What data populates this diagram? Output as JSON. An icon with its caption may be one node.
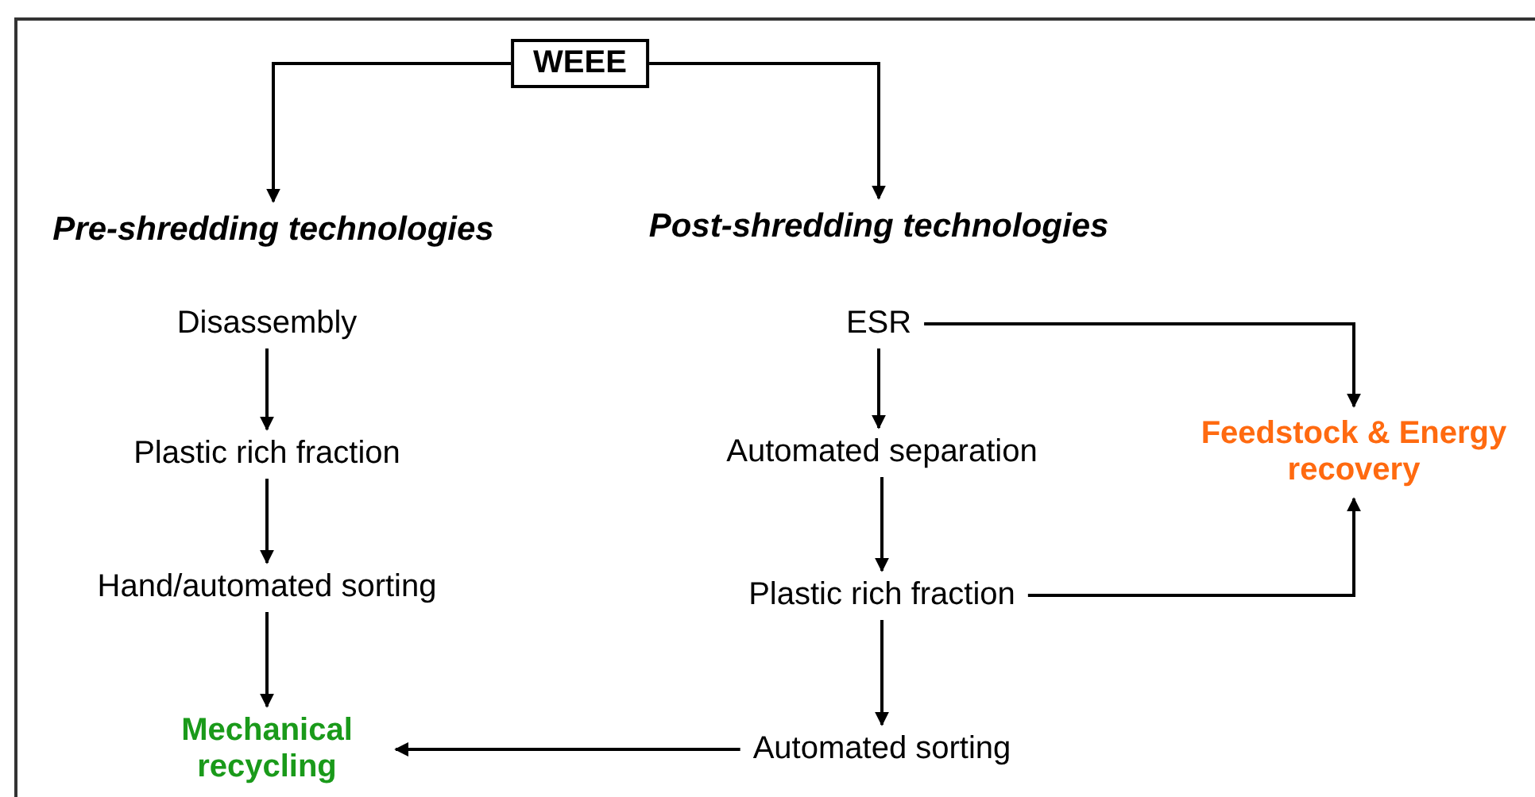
{
  "diagram": {
    "nodes": [
      {
        "text": [
          "WEEE"
        ]
      },
      {
        "text": [
          "Pre-shredding technologies"
        ]
      },
      {
        "text": [
          "Post-shredding technologies"
        ]
      },
      {
        "text": [
          "Disassembly"
        ]
      },
      {
        "text": [
          "Plastic rich fraction"
        ]
      },
      {
        "text": [
          "Hand/automated sorting"
        ]
      },
      {
        "text": [
          "Mechanical recycling"
        ]
      },
      {
        "text": [
          "ESR"
        ]
      },
      {
        "text": [
          "Automated separation"
        ]
      },
      {
        "text": [
          "Plastic rich fraction"
        ]
      },
      {
        "text": [
          "Automated sorting"
        ]
      },
      {
        "text": [
          "Feedstock & Energy recovery"
        ]
      }
    ],
    "edges": [
      {
        "from": 0,
        "to": 1,
        "arrow": "to"
      },
      {
        "from": 0,
        "to": 2,
        "arrow": "to"
      },
      {
        "from": 3,
        "to": 4,
        "arrow": "to"
      },
      {
        "from": 4,
        "to": 5,
        "arrow": "to"
      },
      {
        "from": 5,
        "to": 6,
        "arrow": "to"
      },
      {
        "from": 7,
        "to": 8,
        "arrow": "to"
      },
      {
        "from": 8,
        "to": 9,
        "arrow": "to"
      },
      {
        "from": 9,
        "to": 10,
        "arrow": "to"
      },
      {
        "from": 10,
        "to": 6,
        "arrow": "to"
      },
      {
        "from": 7,
        "to": 11,
        "arrow": "to"
      },
      {
        "from": 9,
        "to": 11,
        "arrow": "to"
      }
    ]
  }
}
